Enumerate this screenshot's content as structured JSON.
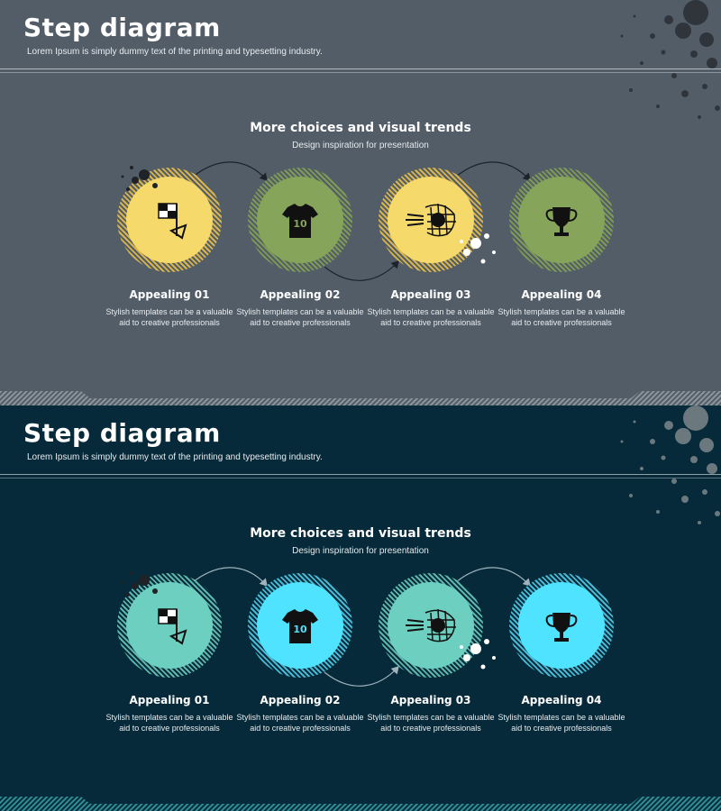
{
  "slides": [
    {
      "theme": "gray",
      "title": "Step diagram",
      "subtitle": "Lorem Ipsum is simply dummy text of the printing and typesetting industry.",
      "heading": "More choices and visual trends",
      "tagline": "Design inspiration for presentation",
      "colors": {
        "background": "#525d68",
        "disc_a": "#f6d96b",
        "disc_b": "#86a55a",
        "ring_a": "#d8b54c",
        "ring_b": "#7f9a55",
        "connector": "#1c232a",
        "splat": "#1f2328"
      },
      "steps": [
        {
          "title": "Appealing 01",
          "desc": "Stylish templates can be a valuable aid to creative professionals",
          "icon": "corner-flag-icon"
        },
        {
          "title": "Appealing 02",
          "desc": "Stylish templates can be a valuable aid to creative professionals",
          "icon": "jersey-icon"
        },
        {
          "title": "Appealing 03",
          "desc": "Stylish templates can be a valuable aid to creative professionals",
          "icon": "ball-in-net-icon"
        },
        {
          "title": "Appealing 04",
          "desc": "Stylish templates can be a valuable aid to creative professionals",
          "icon": "trophy-icon"
        }
      ]
    },
    {
      "theme": "navy",
      "title": "Step diagram",
      "subtitle": "Lorem Ipsum is simply dummy text of the printing and typesetting industry.",
      "heading": "More choices and visual trends",
      "tagline": "Design inspiration for presentation",
      "colors": {
        "background": "#062a3a",
        "disc_a": "#6ccfc0",
        "disc_b": "#4fe3ff",
        "ring_a": "#5db6ad",
        "ring_b": "#47b9d4",
        "connector": "#9fb3bd",
        "splat": "#8a969c"
      },
      "steps": [
        {
          "title": "Appealing 01",
          "desc": "Stylish templates can be a valuable aid to creative professionals",
          "icon": "corner-flag-icon"
        },
        {
          "title": "Appealing 02",
          "desc": "Stylish templates can be a valuable aid to creative professionals",
          "icon": "jersey-icon"
        },
        {
          "title": "Appealing 03",
          "desc": "Stylish templates can be a valuable aid to creative professionals",
          "icon": "ball-in-net-icon"
        },
        {
          "title": "Appealing 04",
          "desc": "Stylish templates can be a valuable aid to creative professionals",
          "icon": "trophy-icon"
        }
      ]
    }
  ],
  "jersey_number": "10"
}
